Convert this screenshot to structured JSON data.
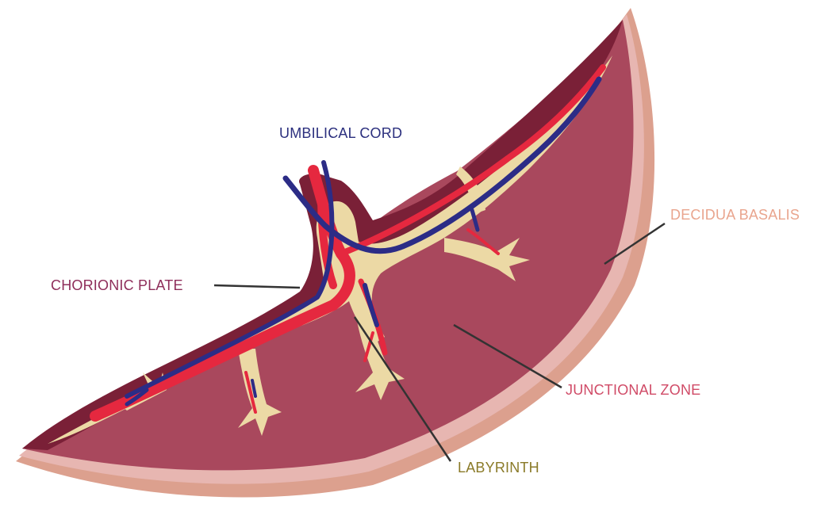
{
  "labels": {
    "umbilical_cord": "UMBILICAL CORD",
    "chorionic_plate": "CHORIONIC PLATE",
    "decidua_basalis": "DECIDUA BASALIS",
    "junctional_zone": "JUNCTIONAL ZONE",
    "labyrinth": "LABYRINTH"
  },
  "colors": {
    "umbilical_cord": "#2b2f7e",
    "chorionic_plate": "#8e2d5a",
    "decidua_basalis": "#e9a58e",
    "junctional_zone": "#d04b67",
    "labyrinth": "#8a7a28",
    "outer_decidua": "#dca08e",
    "decidua_light": "#e7b6b1",
    "junctional_body": "#a9485d",
    "chorionic_dark": "#7a2037",
    "labyrinth_fill": "#ecd9a5",
    "artery_red": "#e5283f",
    "vein_blue": "#2c2c86",
    "leader_line": "#333333"
  }
}
